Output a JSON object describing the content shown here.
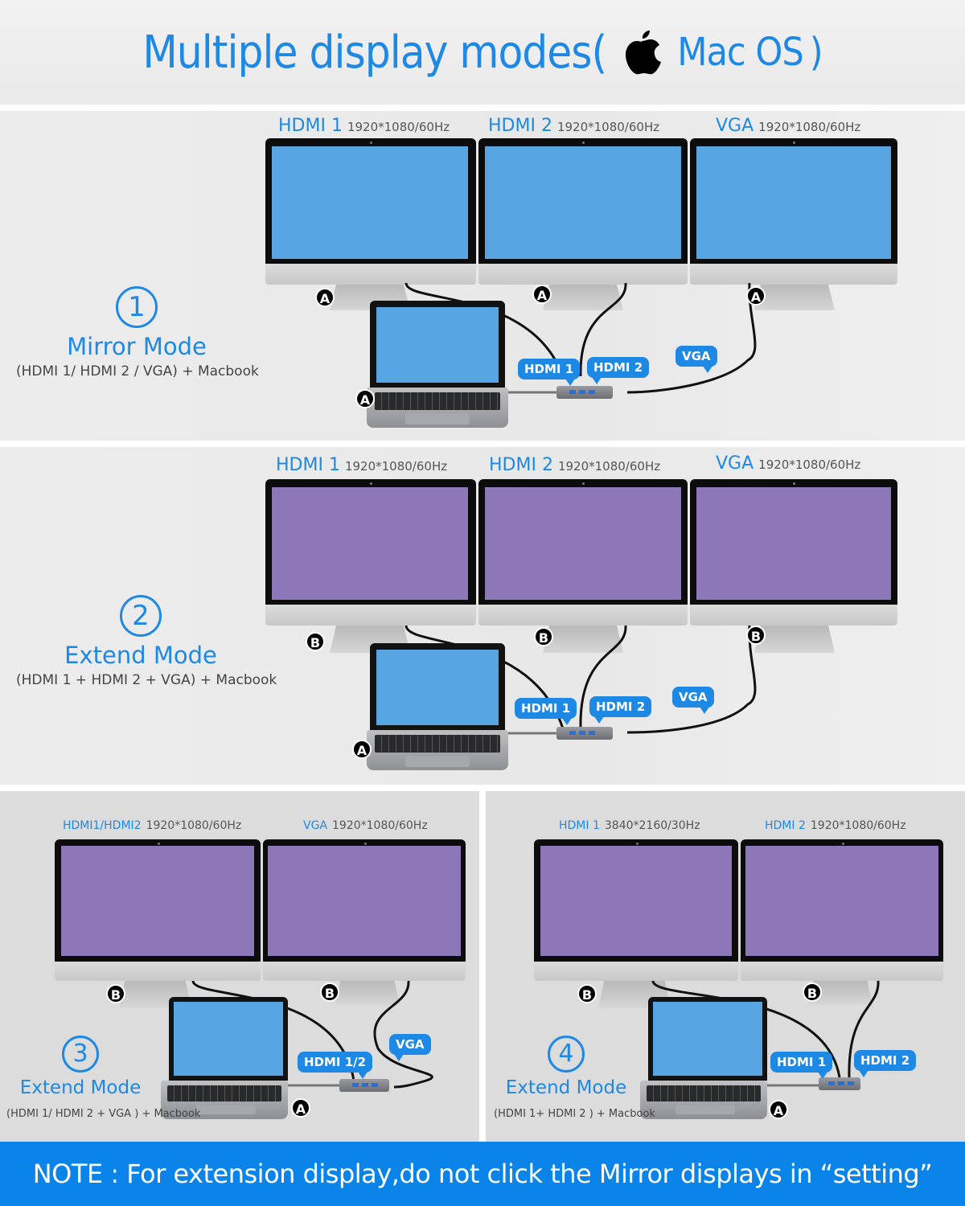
{
  "header": {
    "title": "Multiple display modes(",
    "os_icon": "apple-logo-icon",
    "os_label": "Mac OS",
    "close_paren": ")",
    "title_color": "#1e88e5"
  },
  "colors": {
    "accent": "#1e88e5",
    "mirror_screen": "#57a6e3",
    "extend_screen": "#8c78b8",
    "laptop_screen": "#57a6e3",
    "footer_bg": "#0a84e8"
  },
  "panels": [
    {
      "number": "1",
      "mode_name": "Mirror Mode",
      "description": "(HDMI 1/ HDMI 2 / VGA) + Macbook",
      "monitors": [
        {
          "port": "HDMI 1",
          "resolution": "1920*1080/60Hz",
          "badge": "A"
        },
        {
          "port": "HDMI 2",
          "resolution": "1920*1080/60Hz",
          "badge": "A"
        },
        {
          "port": "VGA",
          "resolution": "1920*1080/60Hz",
          "badge": "A"
        }
      ],
      "laptop_badge": "A",
      "bubbles": [
        "HDMI 1",
        "HDMI 2",
        "VGA"
      ]
    },
    {
      "number": "2",
      "mode_name": "Extend Mode",
      "description": "(HDMI 1 + HDMI 2 + VGA) + Macbook",
      "monitors": [
        {
          "port": "HDMI 1",
          "resolution": "1920*1080/60Hz",
          "badge": "B"
        },
        {
          "port": "HDMI 2",
          "resolution": "1920*1080/60Hz",
          "badge": "B"
        },
        {
          "port": "VGA",
          "resolution": "1920*1080/60Hz",
          "badge": "B"
        }
      ],
      "laptop_badge": "A",
      "bubbles": [
        "HDMI 1",
        "HDMI 2",
        "VGA"
      ]
    },
    {
      "number": "3",
      "mode_name": "Extend Mode",
      "description": "(HDMI 1/ HDMI 2 + VGA ) + Macbook",
      "monitors": [
        {
          "port": "HDMI1/HDMI2",
          "resolution": "1920*1080/60Hz",
          "badge": "B"
        },
        {
          "port": "VGA",
          "resolution": "1920*1080/60Hz",
          "badge": "B"
        }
      ],
      "laptop_badge": "A",
      "bubbles": [
        "HDMI 1/2",
        "VGA"
      ]
    },
    {
      "number": "4",
      "mode_name": "Extend Mode",
      "description": "(HDMI 1+ HDMI 2 ) + Macbook",
      "monitors": [
        {
          "port": "HDMI 1",
          "resolution": "3840*2160/30Hz",
          "badge": "B"
        },
        {
          "port": "HDMI 2",
          "resolution": "1920*1080/60Hz",
          "badge": "B"
        }
      ],
      "laptop_badge": "A",
      "bubbles": [
        "HDMI 1",
        "HDMI 2"
      ]
    }
  ],
  "footer": {
    "note": "NOTE : For extension display,do not click the Mirror displays in “setting”"
  }
}
